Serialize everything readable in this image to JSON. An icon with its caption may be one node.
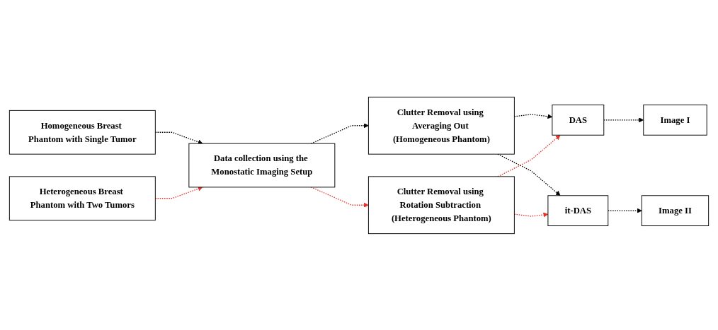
{
  "diagram": {
    "nodes": [
      {
        "text": [
          "Homogeneous Breast Phantom with Single Tumor"
        ]
      },
      {
        "text": [
          "Clutter Removal using Averaging Out (Homogeneous Phantom)"
        ]
      },
      {
        "text": [
          "Data collection using the Monostatic Imaging Setup"
        ]
      },
      {
        "text": [
          "Heterogeneous Breast Phantom with Two Tumors"
        ]
      },
      {
        "text": [
          "Clutter Removal using Rotation Subtraction (Heterogeneous Phantom)"
        ]
      },
      {
        "text": [
          "DAS"
        ]
      },
      {
        "text": [
          "Image I"
        ]
      },
      {
        "text": [
          "it-DAS"
        ]
      },
      {
        "text": [
          "Image II"
        ]
      }
    ],
    "edges": [
      {
        "from": 0,
        "to": 2,
        "arrow": "to",
        "style": "dashed"
      },
      {
        "from": 3,
        "to": 2,
        "arrow": "to",
        "style": "dashed",
        "color": "#e8312a"
      },
      {
        "from": 2,
        "to": 1,
        "arrow": "to",
        "style": "dashed"
      },
      {
        "from": 2,
        "to": 4,
        "arrow": "to",
        "style": "dashed",
        "color": "#e8312a"
      },
      {
        "from": 1,
        "to": 5,
        "arrow": "to",
        "style": "dashed"
      },
      {
        "from": 1,
        "to": 7,
        "arrow": "to",
        "style": "dashed"
      },
      {
        "from": 4,
        "to": 5,
        "arrow": "to",
        "style": "dashed",
        "color": "#e8312a"
      },
      {
        "from": 4,
        "to": 7,
        "arrow": "to",
        "style": "dashed",
        "color": "#e8312a"
      },
      {
        "from": 5,
        "to": 6,
        "arrow": "to",
        "style": "dashed"
      },
      {
        "from": 7,
        "to": 8,
        "arrow": "to",
        "style": "dashed"
      }
    ]
  }
}
